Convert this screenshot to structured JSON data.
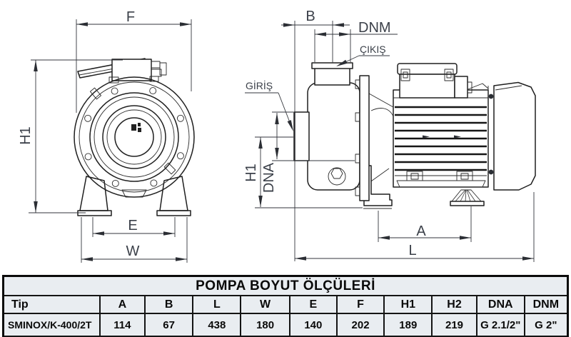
{
  "drawing": {
    "front": {
      "dim_f": "F",
      "dim_h1": "H1",
      "dim_e": "E",
      "dim_w": "W"
    },
    "side": {
      "dim_b": "B",
      "dim_dnm": "DNM",
      "outlet_label": "ÇIKIŞ",
      "inlet_label": "GİRİŞ",
      "dim_h1": "H1",
      "dim_dna": "DNA",
      "dim_a": "A",
      "dim_l": "L"
    }
  },
  "table": {
    "title": "POMPA BOYUT ÖLÇÜLERİ",
    "columns": [
      "Tip",
      "A",
      "B",
      "L",
      "W",
      "E",
      "F",
      "H1",
      "H2",
      "DNA",
      "DNM"
    ],
    "rows": [
      [
        "SMINOX/K-400/2T",
        "114",
        "67",
        "438",
        "180",
        "140",
        "202",
        "189",
        "219",
        "G 2.1/2\"",
        "G 2\""
      ]
    ]
  },
  "colors": {
    "table_background": "#e9edf1",
    "line": "#1f1f1f",
    "dim_text": "#3b4049",
    "table_border": "#0a0a0a"
  }
}
